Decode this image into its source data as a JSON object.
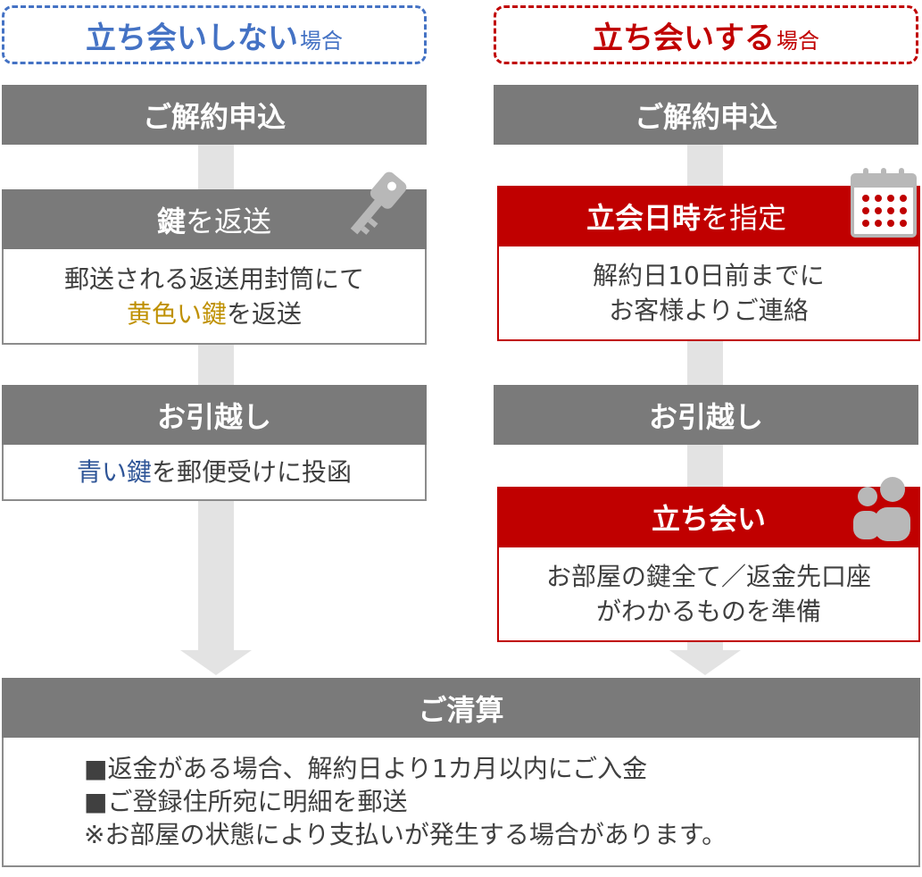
{
  "left": {
    "header_main": "立ち会いしない",
    "header_suffix": "場合",
    "step1": "ご解約申込",
    "step2_bold": "鍵",
    "step2_rest": "を返送",
    "step2_line1": "郵送される返送用封筒にて",
    "step2_line2_highlight": "黄色い鍵",
    "step2_line2_rest": "を返送",
    "step3": "お引越し",
    "step3_highlight": "青い鍵",
    "step3_rest": "を郵便受けに投函"
  },
  "right": {
    "header_main": "立ち会いする",
    "header_suffix": "場合",
    "step1": "ご解約申込",
    "step2_bold": "立会日時",
    "step2_rest": "を指定",
    "step2_line1": "解約日10日前までに",
    "step2_line2": "お客様よりご連絡",
    "step3": "お引越し",
    "step4": "立ち会い",
    "step4_line1": "お部屋の鍵全て／返金先口座",
    "step4_line2": "がわかるものを準備"
  },
  "settlement": {
    "title": "ご清算",
    "lines": [
      "■返金がある場合、解約日より1カ月以内にご入金",
      "■ご登録住所宛に明細を郵送",
      "※お部屋の状態により支払いが発生する場合があります。"
    ]
  },
  "colors": {
    "left_accent": "#4472c4",
    "right_accent": "#c00000",
    "gray_bar": "#7a7a7a",
    "yellow_key": "#bf9000",
    "blue_key": "#2f5597",
    "arrow": "#e3e3e3"
  },
  "icons": [
    "key-icon",
    "calendar-icon",
    "people-icon"
  ]
}
